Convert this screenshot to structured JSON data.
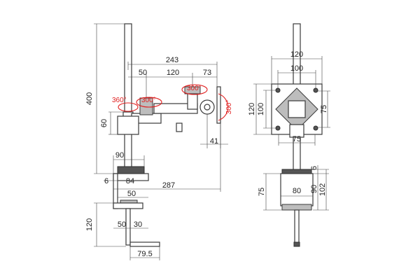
{
  "colors": {
    "line": "#3a3a3a",
    "rotation": "#e02020",
    "background": "#ffffff"
  },
  "side_view": {
    "dims": {
      "total_height": "400",
      "arm_reach": "243",
      "seg_50": "50",
      "seg_120": "120",
      "seg_73": "73",
      "post_to_head": "60",
      "head_offset": "41",
      "base_width": "90",
      "clamp_plate": "6",
      "clamp_width": "84",
      "total_reach": "287",
      "clamp_jaw": "50",
      "clamp_height": "120",
      "clamp_50": "50",
      "clamp_30": "30",
      "clamp_foot": "79.5"
    },
    "rotations": {
      "post": "360°",
      "arm_joint": "300°",
      "elbow": "300°",
      "tilt": "300°"
    }
  },
  "front_view": {
    "dims": {
      "plate_width": "120",
      "vesa_width": "100",
      "plate_height": "120",
      "vesa_height": "100",
      "inner_75": "75",
      "bottom_75": "75",
      "base_height": "75",
      "base_width": "80",
      "top_6": "6",
      "dim_90": "90",
      "dim_102": "102"
    }
  }
}
